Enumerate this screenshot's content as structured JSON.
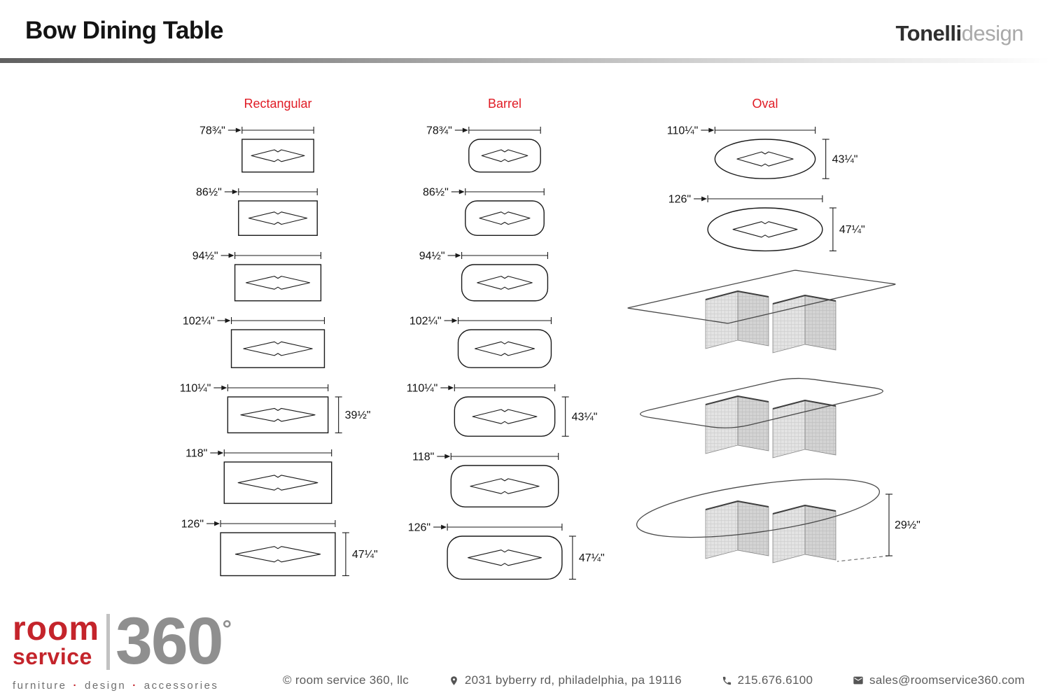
{
  "header": {
    "title": "Bow Dining Table",
    "brand": {
      "bold": "Tonelli",
      "light": "design"
    }
  },
  "diagram": {
    "accent_color": "#e01b24",
    "columns": [
      {
        "label": "Rectangular",
        "shape": "rectangular",
        "rows": [
          {
            "width_label": "78¾\"",
            "width_in": 78.75
          },
          {
            "width_label": "86½\"",
            "width_in": 86.5
          },
          {
            "width_label": "94½\"",
            "width_in": 94.5
          },
          {
            "width_label": "102¼\"",
            "width_in": 102.25
          },
          {
            "width_label": "110¼\"",
            "width_in": 110.25,
            "depth_label": "39½\"",
            "depth_in": 39.5
          },
          {
            "width_label": "118\"",
            "width_in": 118
          },
          {
            "width_label": "126\"",
            "width_in": 126,
            "depth_label": "47¼\"",
            "depth_in": 47.25
          }
        ]
      },
      {
        "label": "Barrel",
        "shape": "barrel",
        "rows": [
          {
            "width_label": "78¾\"",
            "width_in": 78.75
          },
          {
            "width_label": "86½\"",
            "width_in": 86.5
          },
          {
            "width_label": "94½\"",
            "width_in": 94.5
          },
          {
            "width_label": "102¼\"",
            "width_in": 102.25
          },
          {
            "width_label": "110¼\"",
            "width_in": 110.25,
            "depth_label": "43¼\"",
            "depth_in": 43.25
          },
          {
            "width_label": "118\"",
            "width_in": 118
          },
          {
            "width_label": "126\"",
            "width_in": 126,
            "depth_label": "47¼\"",
            "depth_in": 47.25
          }
        ]
      },
      {
        "label": "Oval",
        "shape": "oval",
        "rows": [
          {
            "width_label": "110¼\"",
            "width_in": 110.25,
            "depth_label": "43¼\"",
            "depth_in": 43.25
          },
          {
            "width_label": "126\"",
            "width_in": 126,
            "depth_label": "47¼\"",
            "depth_in": 47.25
          }
        ],
        "perspectives": [
          {
            "top": "rectangular"
          },
          {
            "top": "barrel"
          },
          {
            "top": "oval",
            "height_label": "29½\"",
            "height_in": 29.5
          }
        ]
      }
    ]
  },
  "footer": {
    "logo": {
      "word1": "room",
      "word2": "service",
      "number": "360",
      "degree": "°"
    },
    "tagline": {
      "words": [
        "furniture",
        "design",
        "accessories"
      ],
      "separator": "·"
    },
    "copyright": "© room service 360, llc",
    "address": "2031 byberry rd, philadelphia, pa 19116",
    "phone": "215.676.6100",
    "email": "sales@roomservice360.com"
  }
}
